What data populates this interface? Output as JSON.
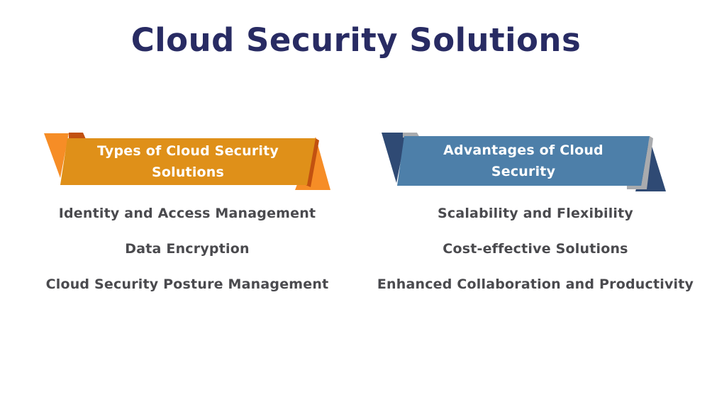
{
  "title": "Cloud Security Solutions",
  "columns": [
    {
      "banner": {
        "line1": "Types of Cloud Security",
        "line2": "Solutions"
      },
      "items": [
        "Identity and Access Management",
        "Data Encryption",
        "Cloud Security Posture Management"
      ]
    },
    {
      "banner": {
        "line1": "Advantages of Cloud",
        "line2": "Security"
      },
      "items": [
        "Scalability and Flexibility",
        "Cost-effective Solutions",
        "Enhanced Collaboration and Productivity"
      ]
    }
  ],
  "colors": {
    "title-navy": "#282B63",
    "orange-body": "#DF9019",
    "orange-tail": "#F68D26",
    "orange-fold": "#C25110",
    "blue-body": "#4D7FA9",
    "navy-tail": "#2F4A74",
    "gray-shadow": "#A9ABAE",
    "item-text": "#4A4A4E",
    "banner-text": "#FFFFFF"
  }
}
